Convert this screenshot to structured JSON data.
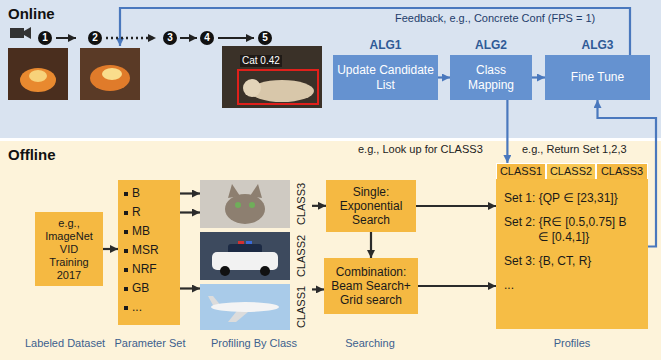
{
  "diagram": {
    "nodes": [
      {
        "text": [
          "Online"
        ]
      },
      {
        "text": [
          "ALG1",
          "Update Candidate List"
        ],
        "in": 0
      },
      {
        "text": [
          "ALG2",
          "Class Mapping"
        ],
        "in": 0
      },
      {
        "text": [
          "ALG3",
          "Fine Tune"
        ],
        "in": 0
      },
      {
        "text": [
          "Offline"
        ]
      },
      {
        "text": [
          "e.g., ImageNet VID Training 2017"
        ],
        "in": 4
      },
      {
        "text": [
          "B",
          "R",
          "MB",
          "MSR",
          "NRF",
          "GB",
          "..."
        ],
        "in": 4
      },
      {
        "text": [
          "CLASS3",
          "CLASS2",
          "CLASS1"
        ],
        "in": 4
      },
      {
        "text": [
          "Single: Exponential Search"
        ],
        "in": 4
      },
      {
        "text": [
          "Combination: Beam Search+ Grid search"
        ],
        "in": 4
      },
      {
        "text": [
          "CLASS1"
        ],
        "in": 4
      },
      {
        "text": [
          "CLASS2"
        ],
        "in": 4
      },
      {
        "text": [
          "CLASS3"
        ],
        "in": 4
      },
      {
        "text": [
          "Set 1: {QP ∈ [23,31]}",
          "Set 2: {R∈ [0.5,0.75] B ∈ [0.4,1]}",
          "Set 3: {B, CT, R}",
          "..."
        ],
        "in": 4
      }
    ],
    "edges": [
      {
        "from": 1,
        "to": 2,
        "arrow": "to"
      },
      {
        "from": 2,
        "to": 3,
        "arrow": "to"
      },
      {
        "from": 2,
        "to": 10,
        "label": "e.g., Look up for CLASS3",
        "arrow": "to"
      },
      {
        "from": 13,
        "to": 3,
        "label": "e.g., Return Set 1,2,3",
        "arrow": "to"
      },
      {
        "from": 5,
        "to": 6,
        "arrow": "to"
      },
      {
        "from": 6,
        "to": 7,
        "arrow": "to"
      },
      {
        "from": 6,
        "to": 7,
        "arrow": "to"
      },
      {
        "from": 6,
        "to": 7,
        "arrow": "to"
      },
      {
        "from": 7,
        "to": 8,
        "arrow": "to"
      },
      {
        "from": 7,
        "to": 9,
        "arrow": "to"
      },
      {
        "from": 8,
        "to": 9,
        "arrow": "to"
      },
      {
        "from": 8,
        "to": 13,
        "arrow": "to"
      },
      {
        "from": 9,
        "to": 13,
        "arrow": "to"
      }
    ],
    "labels": [
      "Feedback, e.g., Concrete Conf (FPS = 1)",
      "1",
      "2",
      "3",
      "4",
      "5",
      "Cat 0.42",
      "Labeled Dataset",
      "Parameter Set",
      "Profiling By Class",
      "Searching",
      "Profiles"
    ]
  }
}
